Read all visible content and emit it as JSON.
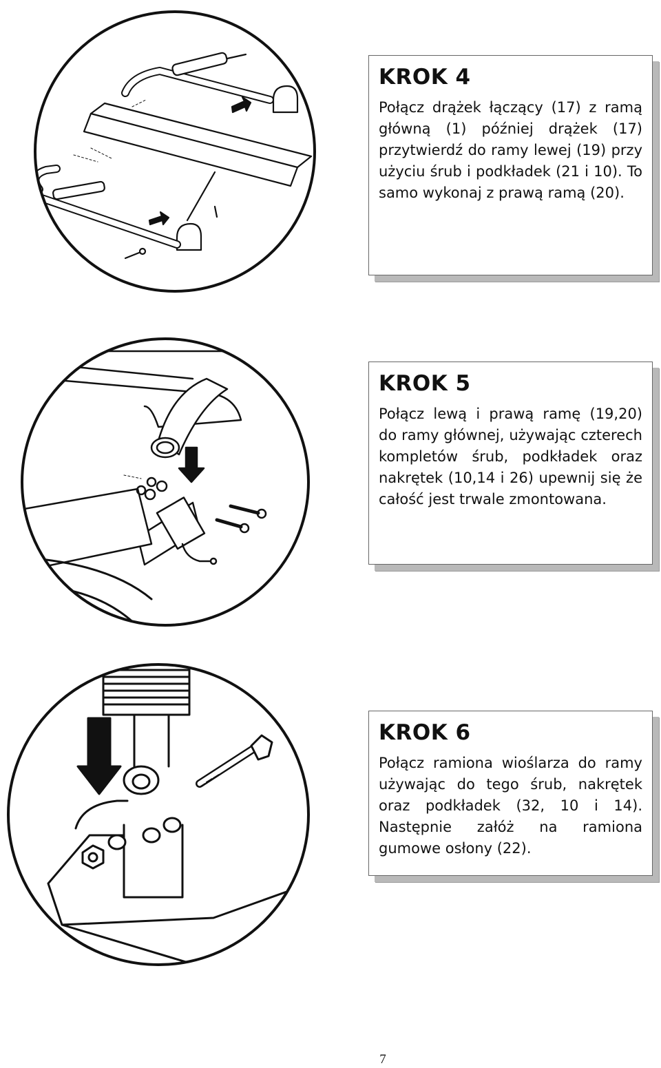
{
  "steps": [
    {
      "title": "KROK 4",
      "text": "Połącz drążek łączący (17) z ramą główną (1) później drążek (17) przytwierdź do ramy lewej (19) przy użyciu śrub i podkładek (21 i 10). To samo wykonaj z prawą ramą (20).",
      "illustration_icon": "frame-assembly-drawing"
    },
    {
      "title": "KROK 5",
      "text": "Połącz lewą i prawą ramę (19,20) do ramy głównej, używając czterech kompletów śrub, podkładek oraz nakrętek (10,14 i 26) upewnij się że całość jest trwale zmontowana.",
      "illustration_icon": "frame-bracket-bolts-drawing"
    },
    {
      "title": "KROK 6",
      "text": "Połącz ramiona wioślarza do ramy używając do tego śrub, nakrętek oraz podkładek (32, 10 i 14). Następnie załóż na ramiona gumowe osłony (22).",
      "illustration_icon": "rowing-arm-bolt-drawing"
    }
  ],
  "page_number": "7"
}
